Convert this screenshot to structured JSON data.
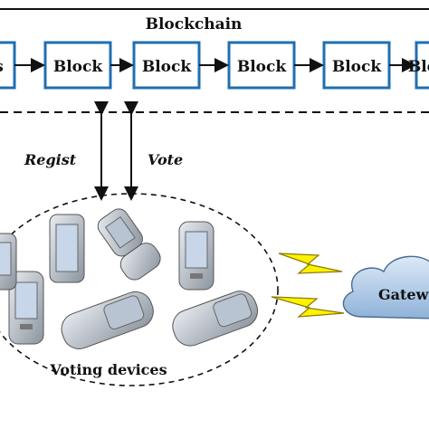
{
  "blockchain": {
    "title": "Blockchain",
    "blocks": [
      "s",
      "Block",
      "Block",
      "Block",
      "Block",
      "Block"
    ]
  },
  "edges": {
    "regist": "Regist",
    "vote": "Vote"
  },
  "devices": {
    "label": "Voting devices"
  },
  "gateway": {
    "label": "Gatew"
  },
  "colors": {
    "block_border": "#1f6fb2",
    "line": "#111111",
    "lightning_fill": "#fff200",
    "cloud_fill": "#a9c6e6",
    "device_body": "#9aa3ad",
    "device_screen": "#c7d6e8"
  },
  "icons": [
    "arrow-right-icon",
    "double-arrow-icon",
    "lightning-icon",
    "cloud-icon",
    "mobile-phone-icon",
    "flip-phone-icon"
  ]
}
